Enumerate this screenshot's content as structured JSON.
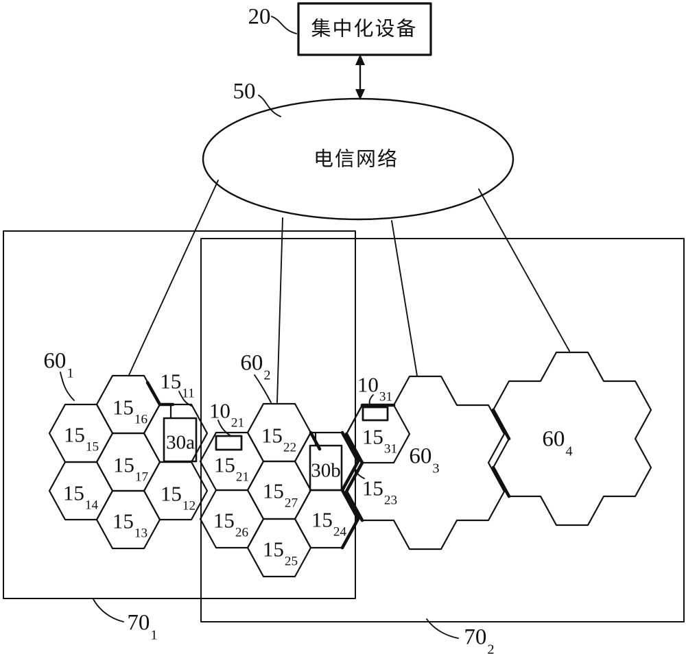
{
  "figure": {
    "device_box": {
      "ref": "20",
      "label": "集中化设备"
    },
    "network": {
      "ref": "50",
      "label": "电信网络"
    },
    "clusters": {
      "c60_1": {
        "main": "60",
        "sub": "1"
      },
      "c60_2": {
        "main": "60",
        "sub": "2"
      },
      "c60_3": {
        "main": "60",
        "sub": "3"
      },
      "c60_4": {
        "main": "60",
        "sub": "4"
      }
    },
    "areas": {
      "a70_1": {
        "main": "70",
        "sub": "1"
      },
      "a70_2": {
        "main": "70",
        "sub": "2"
      }
    },
    "cells": {
      "c11": {
        "main": "15",
        "sub": "11"
      },
      "c12": {
        "main": "15",
        "sub": "12"
      },
      "c13": {
        "main": "15",
        "sub": "13"
      },
      "c14": {
        "main": "15",
        "sub": "14"
      },
      "c15": {
        "main": "15",
        "sub": "15"
      },
      "c16": {
        "main": "15",
        "sub": "16"
      },
      "c17": {
        "main": "15",
        "sub": "17"
      },
      "c21": {
        "main": "15",
        "sub": "21"
      },
      "c22": {
        "main": "15",
        "sub": "22"
      },
      "c23": {
        "main": "15",
        "sub": "23"
      },
      "c24": {
        "main": "15",
        "sub": "24"
      },
      "c25": {
        "main": "15",
        "sub": "25"
      },
      "c26": {
        "main": "15",
        "sub": "26"
      },
      "c27": {
        "main": "15",
        "sub": "27"
      },
      "c31": {
        "main": "15",
        "sub": "31"
      }
    },
    "base_stations": {
      "bs30a": "30a",
      "bs30b": "30b"
    },
    "terminals": {
      "t10_21": {
        "main": "10",
        "sub": "21"
      },
      "t10_31": {
        "main": "10",
        "sub": "31"
      }
    },
    "colors": {
      "ink": "#111111",
      "background": "#ffffff"
    }
  }
}
